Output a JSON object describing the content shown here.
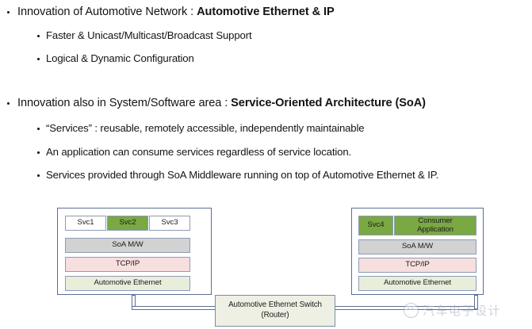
{
  "slide": {
    "bullets": [
      {
        "level": 1,
        "prefix": "Innovation of Automotive Network : ",
        "strong": "Automotive Ethernet & IP",
        "suffix": ""
      },
      {
        "level": 2,
        "prefix": "Faster & Unicast/Multicast/Broadcast Support",
        "strong": "",
        "suffix": ""
      },
      {
        "level": 2,
        "prefix": "Logical & Dynamic Configuration",
        "strong": "",
        "suffix": ""
      },
      {
        "level": 1,
        "prefix": "Innovation also in System/Software area : ",
        "strong": "Service-Oriented Architecture (SoA)",
        "suffix": ""
      },
      {
        "level": 2,
        "prefix": "“Services” : reusable, remotely accessible, independently maintainable",
        "strong": "",
        "suffix": ""
      },
      {
        "level": 2,
        "prefix": "An application can consume services regardless of service location.",
        "strong": "",
        "suffix": ""
      },
      {
        "level": 2,
        "prefix": "Services provided through SoA Middleware running on top of Automotive Ethernet & IP.",
        "strong": "",
        "suffix": ""
      }
    ]
  },
  "diagram": {
    "left_node": {
      "services": [
        {
          "label": "Svc1",
          "highlighted": false
        },
        {
          "label": "Svc2",
          "highlighted": true
        },
        {
          "label": "Svc3",
          "highlighted": false
        }
      ],
      "layers": [
        {
          "label": "SoA M/W",
          "color": "#d2d2d2"
        },
        {
          "label": "TCP/IP",
          "color": "#f7dedf"
        },
        {
          "label": "Automotive Ethernet",
          "color": "#e9eedb"
        }
      ]
    },
    "right_node": {
      "services": [
        {
          "label": "Svc4",
          "highlighted": true
        },
        {
          "label": "Consumer Application",
          "line1": "Consumer",
          "line2": "Application",
          "highlighted": true
        }
      ],
      "layers": [
        {
          "label": "SoA M/W",
          "color": "#d2d2d2"
        },
        {
          "label": "TCP/IP",
          "color": "#f7dedf"
        },
        {
          "label": "Automotive Ethernet",
          "color": "#e9eedb"
        }
      ]
    },
    "switch": {
      "line1": "Automotive Ethernet Switch",
      "line2": "(Router)"
    }
  },
  "watermark": {
    "text": "汽车电子设计",
    "icon": "wechat-circle-icon"
  },
  "colors": {
    "accent_green": "#7aa843",
    "layer_gray": "#d2d2d2",
    "layer_pink": "#f7dedf",
    "layer_ethernet": "#e9eedb",
    "box_border": "#5a6e94",
    "switch_fill": "#eef0e3",
    "watermark_text": "#a6aebc"
  }
}
